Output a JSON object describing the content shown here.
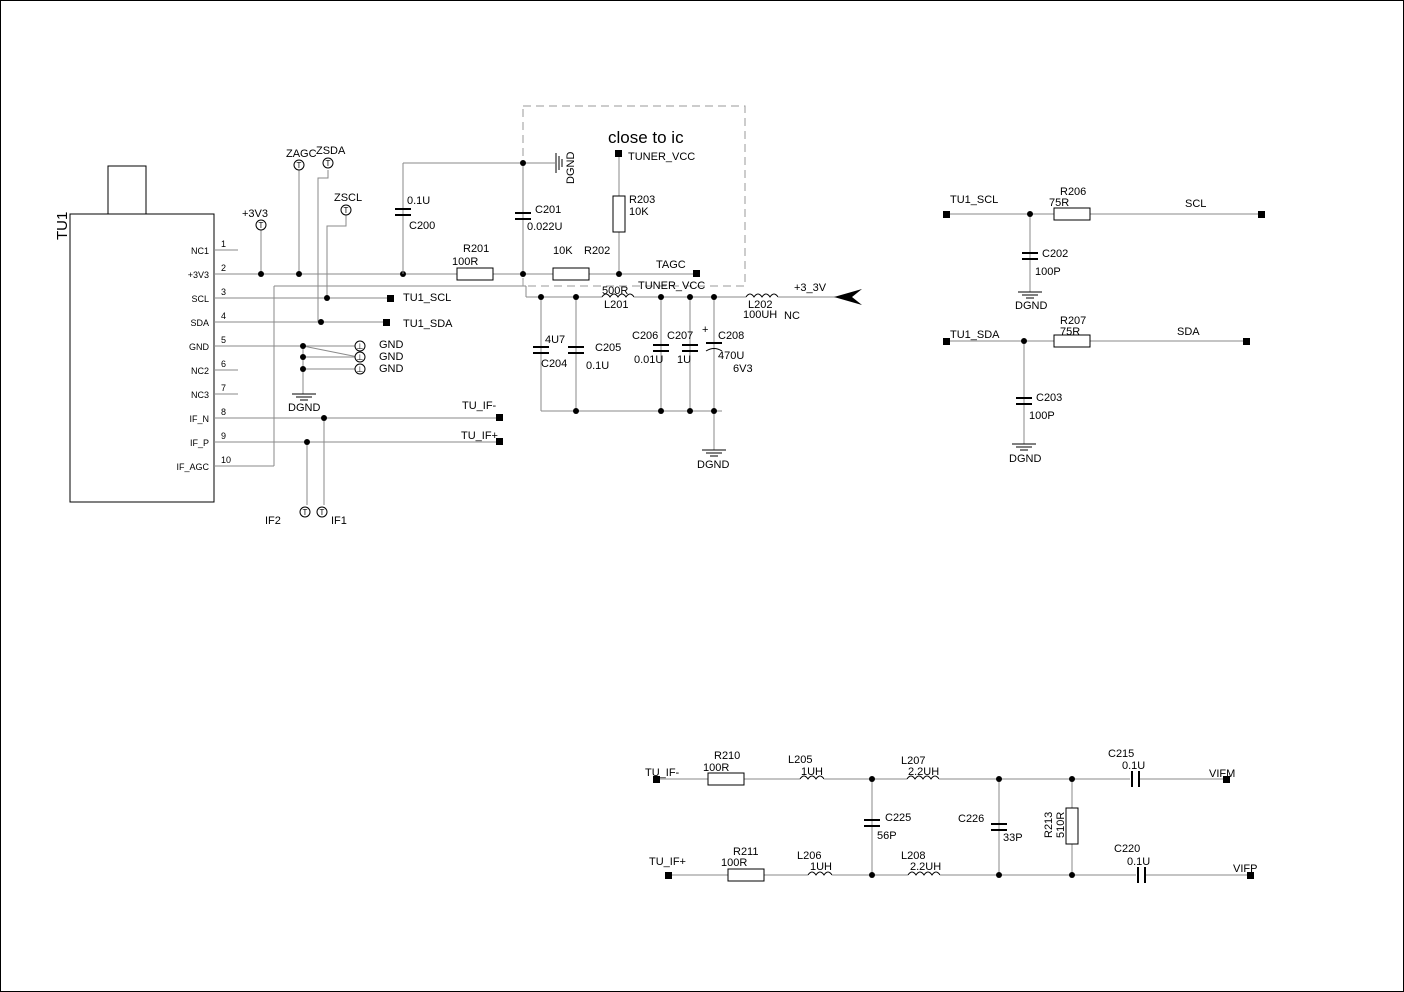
{
  "tuner": {
    "ref": "TU1",
    "pins": [
      {
        "num": "1",
        "name": "NC1"
      },
      {
        "num": "2",
        "name": "+3V3"
      },
      {
        "num": "3",
        "name": "SCL"
      },
      {
        "num": "4",
        "name": "SDA"
      },
      {
        "num": "5",
        "name": "GND"
      },
      {
        "num": "6",
        "name": "NC2"
      },
      {
        "num": "7",
        "name": "NC3"
      },
      {
        "num": "8",
        "name": "IF_N"
      },
      {
        "num": "9",
        "name": "IF_P"
      },
      {
        "num": "10",
        "name": "IF_AGC"
      }
    ]
  },
  "testpoints": {
    "zagc": "ZAGC",
    "zsda": "ZSDA",
    "zscl": "ZSCL",
    "p3v3": "+3V3",
    "if1": "IF1",
    "if2": "IF2",
    "glyph": "T"
  },
  "power": {
    "gnd1": "GND",
    "gnd2": "GND",
    "gnd3": "GND",
    "gnd_glyph": "⊥",
    "dgnd_tuner": "DGND",
    "dgnd_top": "DGND",
    "dgnd_bottom": "DGND",
    "dgnd_scl": "DGND",
    "dgnd_sda": "DGND"
  },
  "nets": {
    "tu1_scl": "TU1_SCL",
    "tu1_sda": "TU1_SDA",
    "tu_if_minus": "TU_IF-",
    "tu_if_plus": "TU_IF+",
    "tuner_vcc_top": "TUNER_VCC",
    "tuner_vcc_mid": "TUNER_VCC",
    "tagc": "TAGC",
    "p3_3v": "+3_3V",
    "scl_in": "TU1_SCL",
    "scl_out": "SCL",
    "sda_in": "TU1_SDA",
    "sda_out": "SDA",
    "if_left_minus": "TU_IF-",
    "if_left_plus": "TU_IF+",
    "vifm": "VIFM",
    "vifp": "VIFP"
  },
  "note": "close to ic",
  "components": {
    "c200": {
      "ref": "C200",
      "value": "0.1U"
    },
    "c201": {
      "ref": "C201",
      "value": "0.022U"
    },
    "r201": {
      "ref": "R201",
      "value": "100R"
    },
    "r202": {
      "ref": "R202",
      "value": "10K"
    },
    "r203": {
      "ref": "R203",
      "value": "10K"
    },
    "l201": {
      "ref": "L201",
      "value": "500R"
    },
    "l202": {
      "ref": "L202",
      "value": "100UH",
      "extra": "NC"
    },
    "c204": {
      "ref": "C204",
      "value": "4U7"
    },
    "c205": {
      "ref": "C205",
      "value": "0.1U"
    },
    "c206": {
      "ref": "C206",
      "value": "0.01U"
    },
    "c207": {
      "ref": "C207",
      "value": "1U"
    },
    "c208": {
      "ref": "C208",
      "value": "470U",
      "rating": "6V3",
      "polarity": "+"
    },
    "r206": {
      "ref": "R206",
      "value": "75R"
    },
    "c202": {
      "ref": "C202",
      "value": "100P"
    },
    "r207": {
      "ref": "R207",
      "value": "75R"
    },
    "c203": {
      "ref": "C203",
      "value": "100P"
    },
    "r210": {
      "ref": "R210",
      "value": "100R"
    },
    "l205": {
      "ref": "L205",
      "value": "1UH"
    },
    "l207": {
      "ref": "L207",
      "value": "2.2UH"
    },
    "c215": {
      "ref": "C215",
      "value": "0.1U"
    },
    "c225": {
      "ref": "C225",
      "value": "56P"
    },
    "c226": {
      "ref": "C226",
      "value": "33P"
    },
    "r213": {
      "ref": "R213",
      "value": "510R"
    },
    "r211": {
      "ref": "R211",
      "value": "100R"
    },
    "l206": {
      "ref": "L206",
      "value": "1UH"
    },
    "l208": {
      "ref": "L208",
      "value": "2.2UH"
    },
    "c220": {
      "ref": "C220",
      "value": "0.1U"
    }
  }
}
